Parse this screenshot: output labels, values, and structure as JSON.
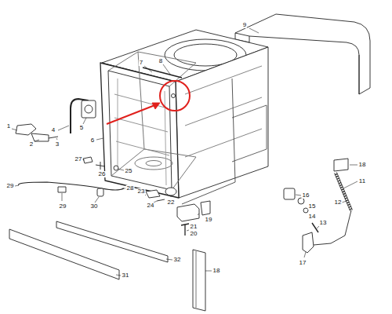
{
  "diagram": {
    "labels": [
      "9",
      "7",
      "8",
      "4",
      "5",
      "6",
      "1",
      "2",
      "3",
      "18",
      "11",
      "27",
      "26",
      "25",
      "16",
      "15",
      "14",
      "28",
      "29",
      "23",
      "24",
      "22",
      "12",
      "29",
      "30",
      "21",
      "19",
      "13",
      "20",
      "17",
      "32",
      "31",
      "18"
    ]
  }
}
